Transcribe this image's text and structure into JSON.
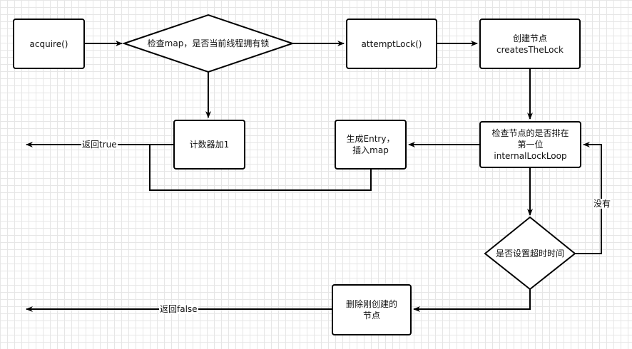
{
  "nodes": {
    "acquire": "acquire()",
    "check_map": "检查map，是否当前线程拥有锁",
    "attempt_lock": "attemptLock()",
    "create_node": [
      "创建节点",
      "createsTheLock"
    ],
    "counter": "计数器加1",
    "gen_entry": [
      "生成Entry，",
      "插入map"
    ],
    "check_first": [
      "检查节点的是否排在",
      "第一位",
      "internalLockLoop"
    ],
    "timeout": "是否设置超时时间",
    "delete_node": [
      "删除刚创建的",
      "节点"
    ]
  },
  "edge_labels": {
    "return_true": "返回true",
    "no": "没有",
    "return_false": "返回false"
  },
  "colors": {
    "stroke": "#000000",
    "background": "#ffffff",
    "grid": "#e6e6e6"
  }
}
